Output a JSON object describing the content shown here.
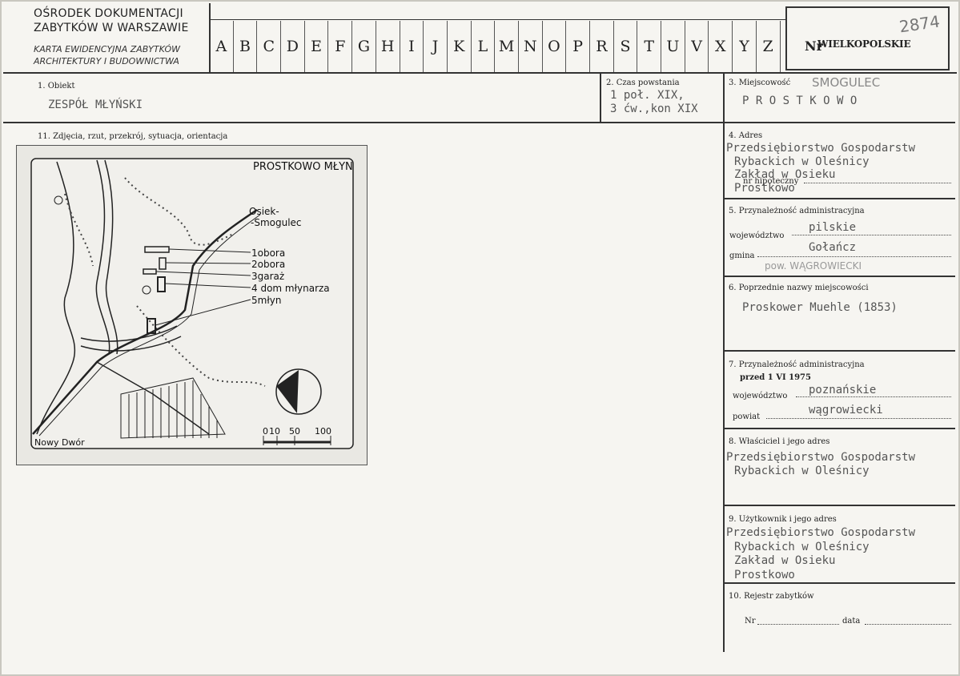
{
  "header": {
    "org_line1": "OŚRODEK DOKUMENTACJI",
    "org_line2": "ZABYTKÓW W WARSZAWIE",
    "sub_line1": "KARTA EWIDENCYJNA ZABYTKÓW",
    "sub_line2": "ARCHITEKTURY I BUDOWNICTWA",
    "letters": [
      "A",
      "B",
      "C",
      "D",
      "E",
      "F",
      "G",
      "H",
      "I",
      "J",
      "K",
      "L",
      "M",
      "N",
      "O",
      "P",
      "R",
      "S",
      "T",
      "U",
      "V",
      "X",
      "Y",
      "Z"
    ],
    "nr_label": "Nr",
    "nr_stamp": "WIELKOPOLSKIE",
    "nr_handwritten": "2874"
  },
  "f1": {
    "label": "1. Obiekt",
    "value": "ZESPÓŁ MŁYŃSKI"
  },
  "f2": {
    "label": "2. Czas powstania",
    "line1": "1 poł. XIX,",
    "line2": "3 ćw.,kon XIX"
  },
  "f3": {
    "label": "3. Miejscowość",
    "handwritten": "SMOGULEC",
    "value": "P R O S T K O W O"
  },
  "f4": {
    "label": "4. Adres",
    "lines": [
      "Przedsiębiorstwo Gospodarstw",
      "Rybackich w Oleśnicy",
      "Zakład w Osieku",
      "Prostkowo"
    ],
    "sub_label": "nr hipoteczny"
  },
  "f5": {
    "label": "5. Przynależność administracyjna",
    "woj_label": "województwo",
    "woj_value": "pilskie",
    "gmina_value": "Gołańcz",
    "gmina_label": "gmina",
    "pow_handwritten": "pow. WĄGROWIECKI"
  },
  "f6": {
    "label": "6. Poprzednie nazwy miejscowości",
    "value": "Proskower Muehle (1853)"
  },
  "f7": {
    "label": "7. Przynależność administracyjna",
    "sub_label": "przed 1 VI 1975",
    "woj_label": "województwo",
    "woj_value": "poznańskie",
    "pow_label": "powiat",
    "pow_value": "wągrowiecki"
  },
  "f8": {
    "label": "8. Właściciel i jego adres",
    "lines": [
      "Przedsiębiorstwo Gospodarstw",
      "Rybackich  w  Oleśnicy"
    ]
  },
  "f9": {
    "label": "9. Użytkownik i jego adres",
    "lines": [
      "Przedsiębiorstwo Gospodarstw",
      "Rybackich w Oleśnicy",
      "Zakład w Osieku",
      "Prostkowo"
    ]
  },
  "f10": {
    "label": "10. Rejestr zabytków",
    "nr_label": "Nr",
    "data_label": "data"
  },
  "f11": {
    "label": "11. Zdjęcia, rzut, przekrój, sytuacja, orientacja"
  },
  "map": {
    "title": "PROSTKOWO MŁYN",
    "road_label_1": "Osiek-",
    "road_label_2": "-Smogulec",
    "legend": [
      "1obora",
      "2obora",
      "3garaż",
      "4 dom młynarza",
      "5młyn"
    ],
    "village": "Nowy Dwór",
    "scale": [
      "0",
      "10",
      "50",
      "100"
    ]
  }
}
